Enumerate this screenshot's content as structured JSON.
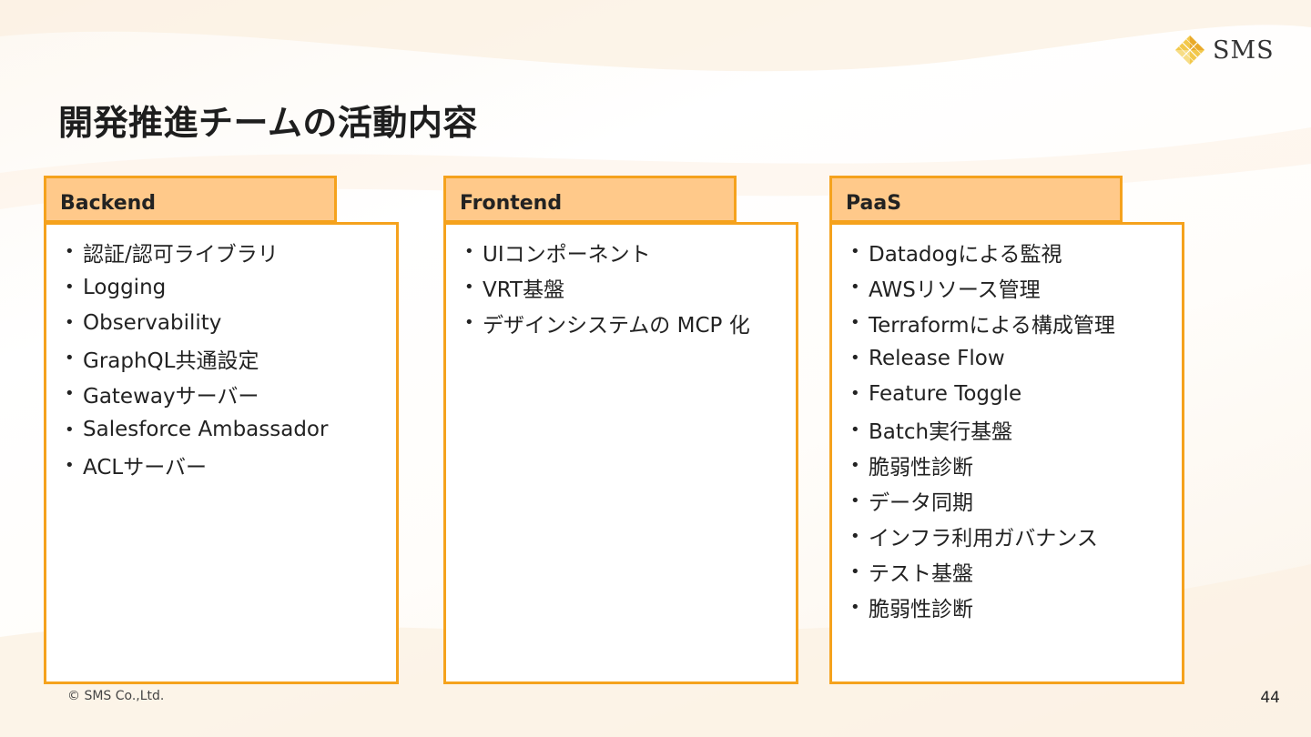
{
  "header": {
    "title": "開発推進チームの活動内容",
    "logo_text": "SMS"
  },
  "colors": {
    "accent_border": "#f5a21d",
    "tab_fill": "#ffc98a"
  },
  "columns": [
    {
      "heading": "Backend",
      "items": [
        "認証/認可ライブラリ",
        "Logging",
        "Observability",
        "GraphQL共通設定",
        "Gatewayサーバー",
        "Salesforce Ambassador",
        "ACLサーバー"
      ]
    },
    {
      "heading": "Frontend",
      "items": [
        "UIコンポーネント",
        "VRT基盤",
        "デザインシステムの MCP 化"
      ]
    },
    {
      "heading": "PaaS",
      "items": [
        "Datadogによる監視",
        "AWSリソース管理",
        "Terraformによる構成管理",
        "Release Flow",
        "Feature Toggle",
        "Batch実行基盤",
        "脆弱性診断",
        "データ同期",
        "インフラ利用ガバナンス",
        "テスト基盤",
        "脆弱性診断"
      ]
    }
  ],
  "footer": {
    "copyright": "© SMS Co.,Ltd.",
    "page_number": "44"
  }
}
